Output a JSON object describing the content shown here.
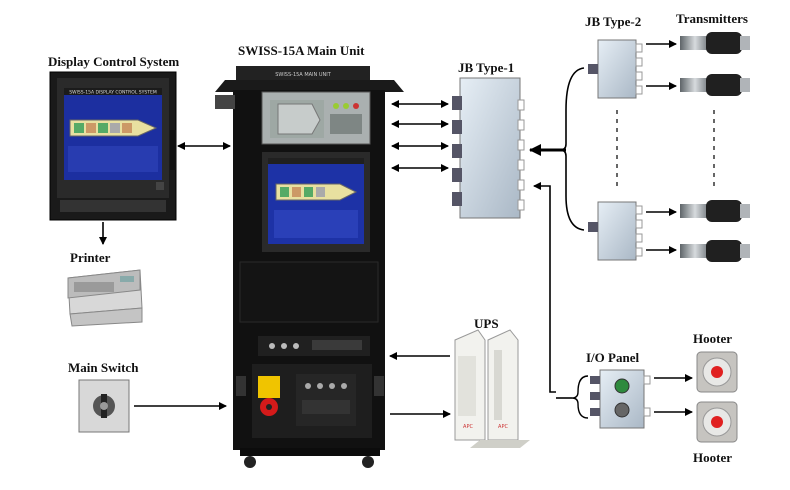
{
  "labels": {
    "display_control_system": "Display Control System",
    "main_unit": "SWISS-15A Main Unit",
    "jb_type1": "JB Type-1",
    "jb_type2": "JB Type-2",
    "transmitters": "Transmitters",
    "printer": "Printer",
    "ups": "UPS",
    "main_switch": "Main Switch",
    "io_panel": "I/O Panel",
    "hooter_top": "Hooter",
    "hooter_bottom": "Hooter"
  },
  "screens": {
    "dcs_screen_title": "SWISS-15A DISPLAY CONTROL SYSTEM",
    "main_unit_panel_title": "SWISS-15A MAIN UNIT"
  },
  "ups_brand": "APC"
}
